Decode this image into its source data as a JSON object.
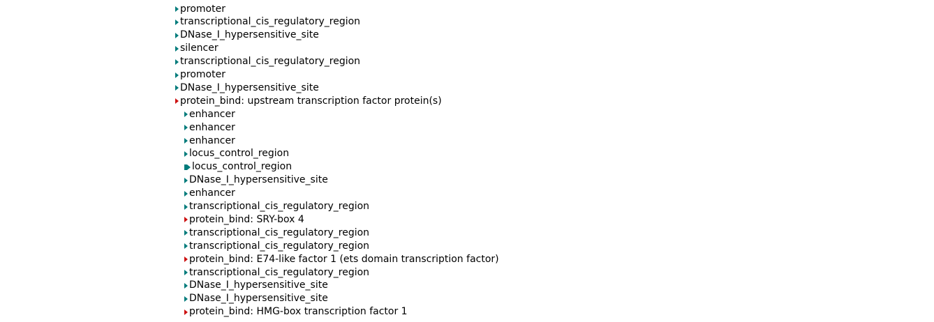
{
  "colors": {
    "regulatory": "#007b7b",
    "protein_bind": "#cc1111"
  },
  "features": [
    {
      "label": "promoter",
      "type": "regulatory"
    },
    {
      "label": "transcriptional_cis_regulatory_region",
      "type": "regulatory"
    },
    {
      "label": "DNase_I_hypersensitive_site",
      "type": "regulatory"
    },
    {
      "label": "silencer",
      "type": "regulatory"
    },
    {
      "label": "transcriptional_cis_regulatory_region",
      "type": "regulatory"
    },
    {
      "label": "promoter",
      "type": "regulatory"
    },
    {
      "label": "DNase_I_hypersensitive_site",
      "type": "regulatory"
    },
    {
      "label": "protein_bind: upstream transcription factor protein(s)",
      "type": "protein_bind"
    },
    {
      "label": "enhancer",
      "type": "regulatory"
    },
    {
      "label": "enhancer",
      "type": "regulatory"
    },
    {
      "label": "enhancer",
      "type": "regulatory"
    },
    {
      "label": "locus_control_region",
      "type": "regulatory"
    },
    {
      "label": "locus_control_region",
      "type": "regulatory"
    },
    {
      "label": "DNase_I_hypersensitive_site",
      "type": "regulatory"
    },
    {
      "label": "enhancer",
      "type": "regulatory"
    },
    {
      "label": "transcriptional_cis_regulatory_region",
      "type": "regulatory"
    },
    {
      "label": "protein_bind: SRY-box 4",
      "type": "protein_bind"
    },
    {
      "label": "transcriptional_cis_regulatory_region",
      "type": "regulatory"
    },
    {
      "label": "transcriptional_cis_regulatory_region",
      "type": "regulatory"
    },
    {
      "label": "protein_bind: E74-like factor 1 (ets domain transcription factor)",
      "type": "protein_bind"
    },
    {
      "label": "transcriptional_cis_regulatory_region",
      "type": "regulatory"
    },
    {
      "label": "DNase_I_hypersensitive_site",
      "type": "regulatory"
    },
    {
      "label": "DNase_I_hypersensitive_site",
      "type": "regulatory"
    },
    {
      "label": "protein_bind: HMG-box transcription factor 1",
      "type": "protein_bind"
    }
  ]
}
